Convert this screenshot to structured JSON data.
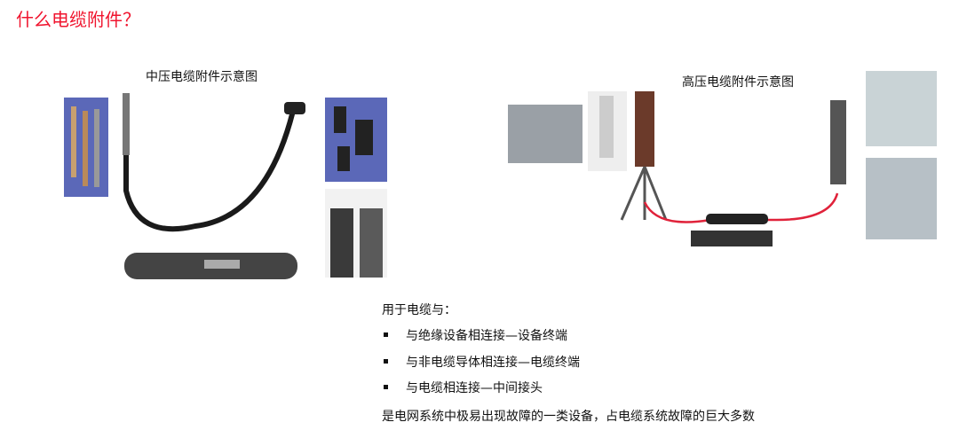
{
  "title": "什么电缆附件？",
  "medium_voltage": {
    "caption": "中压电缆附件示意图"
  },
  "high_voltage": {
    "caption": "高压电缆附件示意图"
  },
  "usage": {
    "heading": "用于电缆与：",
    "items": [
      {
        "label": "与绝缘设备相连接—设备终端"
      },
      {
        "label": "与非电缆导体相连接—电缆终端"
      },
      {
        "label": "与电缆相连接—中间接头"
      }
    ],
    "summary": "是电网系统中极易出现故障的一类设备，占电缆系统故障的巨大多数"
  },
  "colors": {
    "title": "#f0142e",
    "photo_blue": "#5b68b8",
    "cable_red": "#e0223a"
  }
}
